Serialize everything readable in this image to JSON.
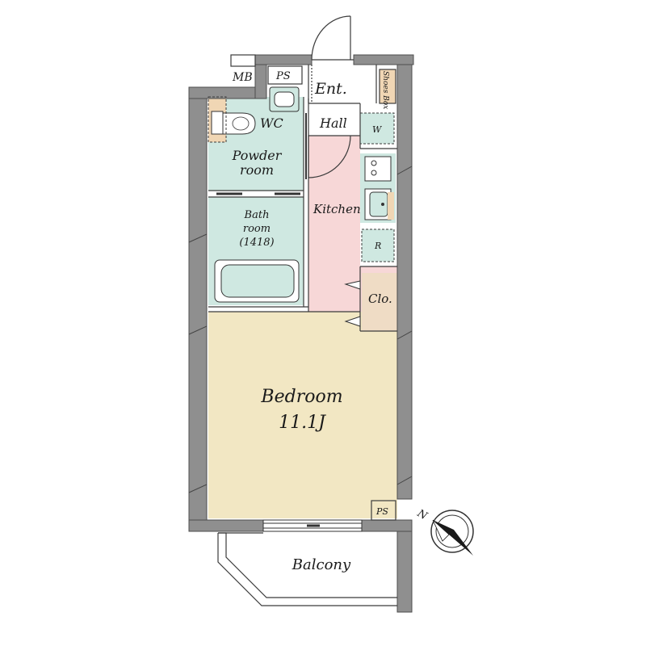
{
  "labels": {
    "mb": "MB",
    "ps_top": "PS",
    "entrance": "Ent.",
    "shoes_box": "Shoes Box",
    "wc": "WC",
    "hall": "Hall",
    "washer": "W",
    "powder_room_line1": "Powder",
    "powder_room_line2": "room",
    "kitchen": "Kitchen",
    "bath_line1": "Bath",
    "bath_line2": "room",
    "bath_line3": "(1418)",
    "refrigerator": "R",
    "closet": "Clo.",
    "bedroom": "Bedroom",
    "bedroom_size": "11.1J",
    "ps_bottom": "PS",
    "balcony": "Balcony",
    "north": "N"
  },
  "colors": {
    "wet_area": "#cfe8e1",
    "kitchen_floor": "#f7d7d7",
    "bedroom_floor": "#f2e7c3",
    "closet_floor": "#efdcc5",
    "storage_wood": "#f0d6b4",
    "wall": "#8f8f8f"
  }
}
